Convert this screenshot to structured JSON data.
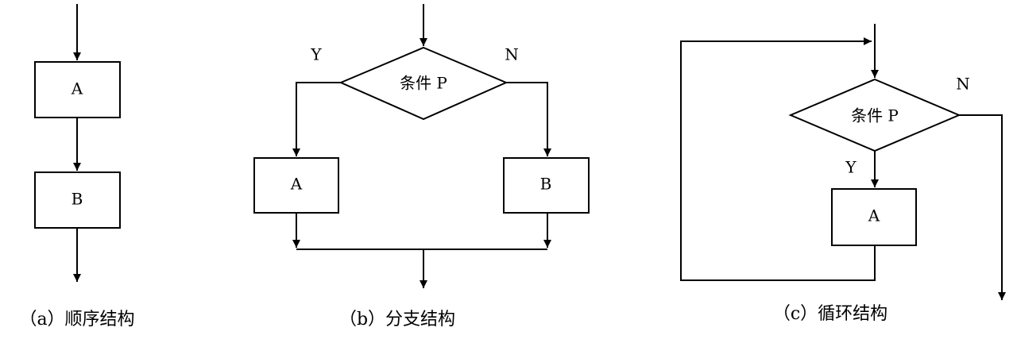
{
  "diagram_a": {
    "box_a": "A",
    "box_b": "B",
    "caption": "（a）顺序结构"
  },
  "diagram_b": {
    "condition": "条件 P",
    "yes": "Y",
    "no": "N",
    "box_a": "A",
    "box_b": "B",
    "caption": "（b）分支结构"
  },
  "diagram_c": {
    "condition": "条件 P",
    "yes": "Y",
    "no": "N",
    "box_a": "A",
    "caption": "（c）循环结构"
  }
}
